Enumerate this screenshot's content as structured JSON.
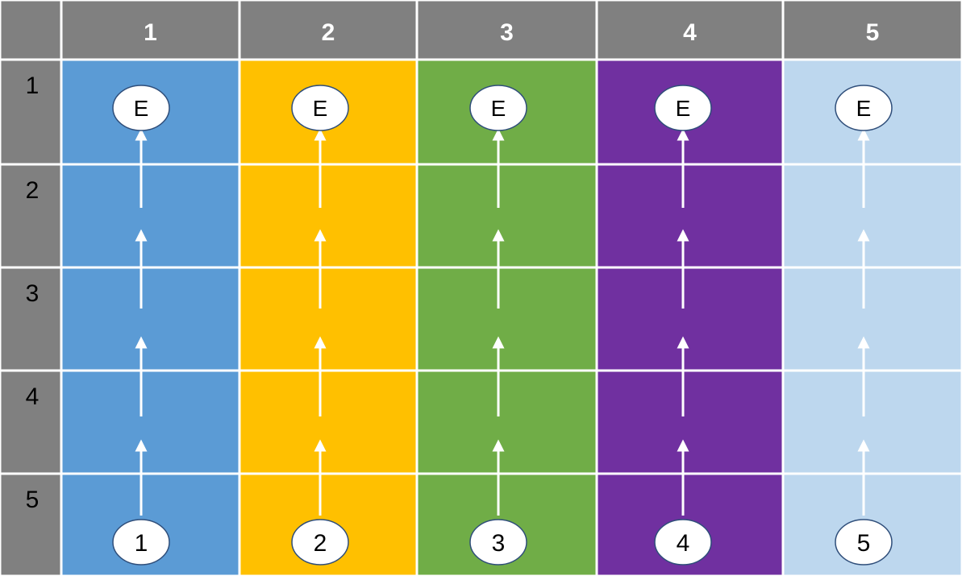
{
  "columns": [
    {
      "label": "1",
      "color": "#5b9bd5",
      "start_label": "1",
      "end_label": "E"
    },
    {
      "label": "2",
      "color": "#ffc000",
      "start_label": "2",
      "end_label": "E"
    },
    {
      "label": "3",
      "color": "#70ad47",
      "start_label": "3",
      "end_label": "E"
    },
    {
      "label": "4",
      "color": "#7030a0",
      "start_label": "4",
      "end_label": "E"
    },
    {
      "label": "5",
      "color": "#bdd7ee",
      "start_label": "5",
      "end_label": "E"
    }
  ],
  "rows": [
    {
      "label": "1"
    },
    {
      "label": "2"
    },
    {
      "label": "3"
    },
    {
      "label": "4"
    },
    {
      "label": "5"
    }
  ],
  "colors": {
    "header_bg": "#808080",
    "grid_line": "#ffffff",
    "header_text": "#ffffff",
    "row_text": "#000000",
    "node_fill": "#ffffff",
    "node_stroke": "#2f4e7a",
    "arrow": "#ffffff"
  }
}
